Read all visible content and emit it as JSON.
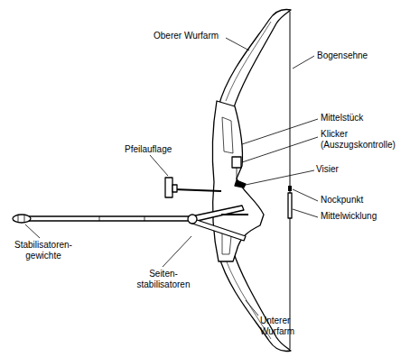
{
  "diagram": {
    "labels": [
      "Oberer Wurfarm",
      "Bogensehne",
      "Mittelstück",
      "Klicker (Auszugskontrolle)",
      "Visier",
      "Pfeilauflage",
      "Nockpunkt",
      "Mittelwicklung",
      "Stabilisatoren- gewichte",
      "Seiten- stabilisatoren",
      "Unterer Wurfarm"
    ]
  }
}
